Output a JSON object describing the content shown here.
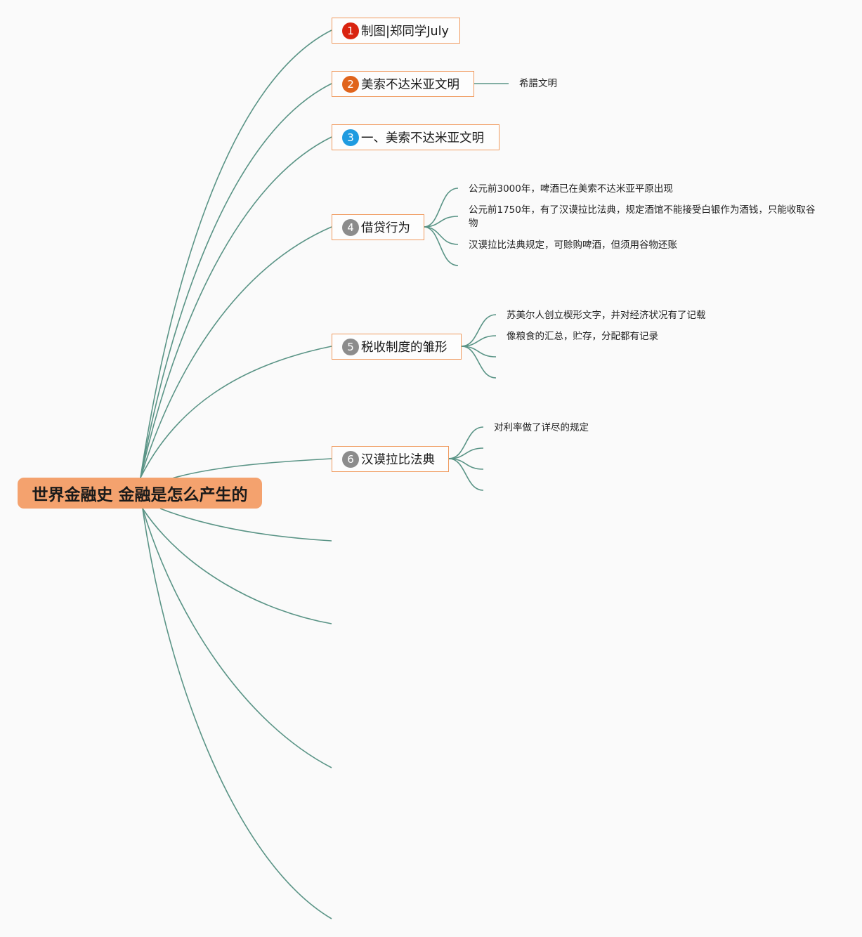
{
  "root": {
    "title": "世界金融史 金融是怎么产生的"
  },
  "topics": [
    {
      "number": "1",
      "label": "制图|郑同学July",
      "badge_color": "#d9230f",
      "details": []
    },
    {
      "number": "2",
      "label": "美索不达米亚文明",
      "badge_color": "#e0641c",
      "details": [
        "希腊文明"
      ]
    },
    {
      "number": "3",
      "label": "一、美索不达米亚文明",
      "badge_color": "#1f9be0",
      "details": []
    },
    {
      "number": "4",
      "label": "借贷行为",
      "badge_color": "#8c8c8c",
      "details": [
        "公元前3000年，啤酒已在美索不达米亚平原出现",
        "公元前1750年，有了汉谟拉比法典，规定酒馆不能接受白银作为酒钱，只能收取谷物",
        "汉谟拉比法典规定，可赊购啤酒，但须用谷物还账"
      ]
    },
    {
      "number": "5",
      "label": "税收制度的雏形",
      "badge_color": "#8c8c8c",
      "details": [
        "苏美尔人创立楔形文字，并对经济状况有了记载",
        "像粮食的汇总，贮存，分配都有记录"
      ]
    },
    {
      "number": "6",
      "label": "汉谟拉比法典",
      "badge_color": "#8c8c8c",
      "details": [
        "对利率做了详尽的规定"
      ]
    }
  ],
  "colors": {
    "connector": "#5a9486",
    "root_fill": "#f4a26e",
    "topic_border": "#f09a5e"
  }
}
